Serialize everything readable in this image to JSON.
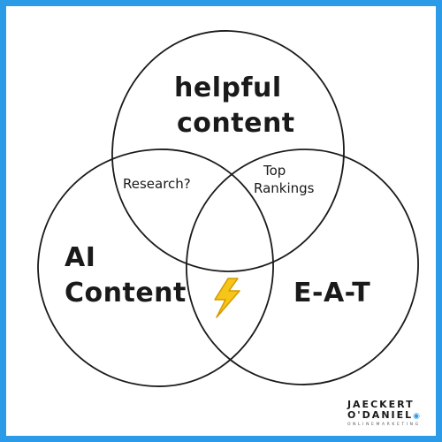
{
  "diagram": {
    "sets": {
      "top": "helpful",
      "top_line2": "content",
      "left": "AI",
      "left_line2": "Content",
      "right": "E-A-T"
    },
    "intersections": {
      "top_left": "Research?",
      "top_right": "Top",
      "top_right_line2": "Rankings"
    },
    "center_icon": "lightning-bolt-icon",
    "accent_color": "#2b9be8",
    "bolt_color": "#f5c518"
  },
  "logo": {
    "line1": "JAECKERT",
    "line2": "O'DANIEL",
    "tagline": "ONLINEMARKETING"
  }
}
